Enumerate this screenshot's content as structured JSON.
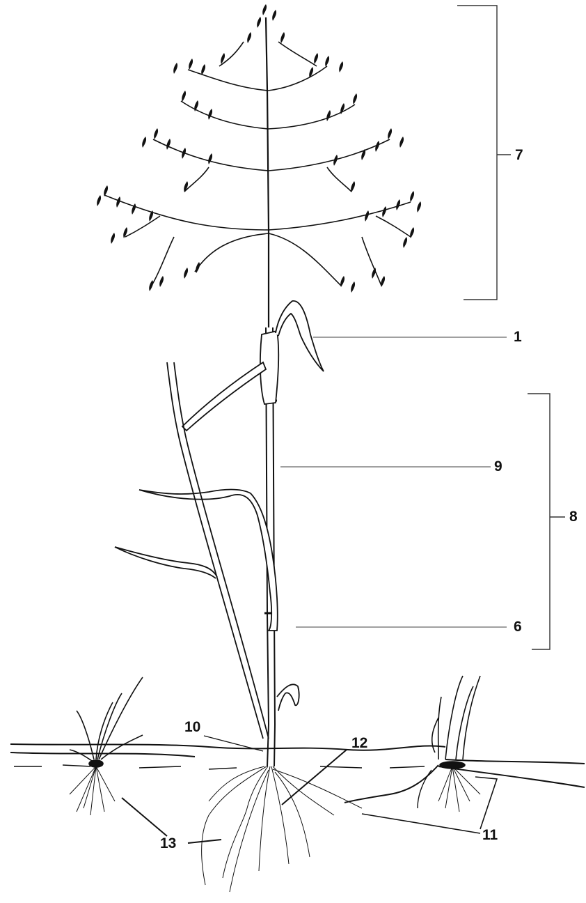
{
  "figure": {
    "labels": {
      "l1": "1",
      "l6": "6",
      "l7": "7",
      "l8": "8",
      "l9": "9",
      "l10": "10",
      "l11": "11",
      "l12": "12",
      "l13": "13"
    }
  },
  "colors": {
    "ink": "#111111",
    "leader": "#808080",
    "paper": "#ffffff"
  }
}
